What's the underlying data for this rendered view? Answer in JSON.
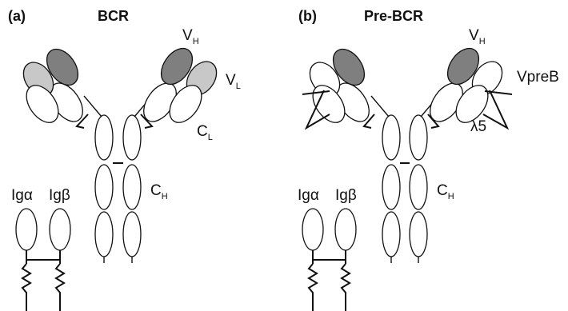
{
  "panel_a": {
    "tag": "(a)",
    "title": "BCR",
    "vh": {
      "main": "V",
      "sub": "H"
    },
    "vl": {
      "main": "V",
      "sub": "L"
    },
    "cl": {
      "main": "C",
      "sub": "L"
    },
    "ch": {
      "main": "C",
      "sub": "H"
    },
    "iga": "Igα",
    "igb": "Igβ"
  },
  "panel_b": {
    "tag": "(b)",
    "title": "Pre-BCR",
    "vh": {
      "main": "V",
      "sub": "H"
    },
    "vpreb": "VpreB",
    "l5": "λ5",
    "ch": {
      "main": "C",
      "sub": "H"
    },
    "iga": "Igα",
    "igb": "Igβ"
  },
  "colors": {
    "dark_domain": "#7f7f7f",
    "light_domain": "#c8c8c8",
    "line": "#111111"
  }
}
